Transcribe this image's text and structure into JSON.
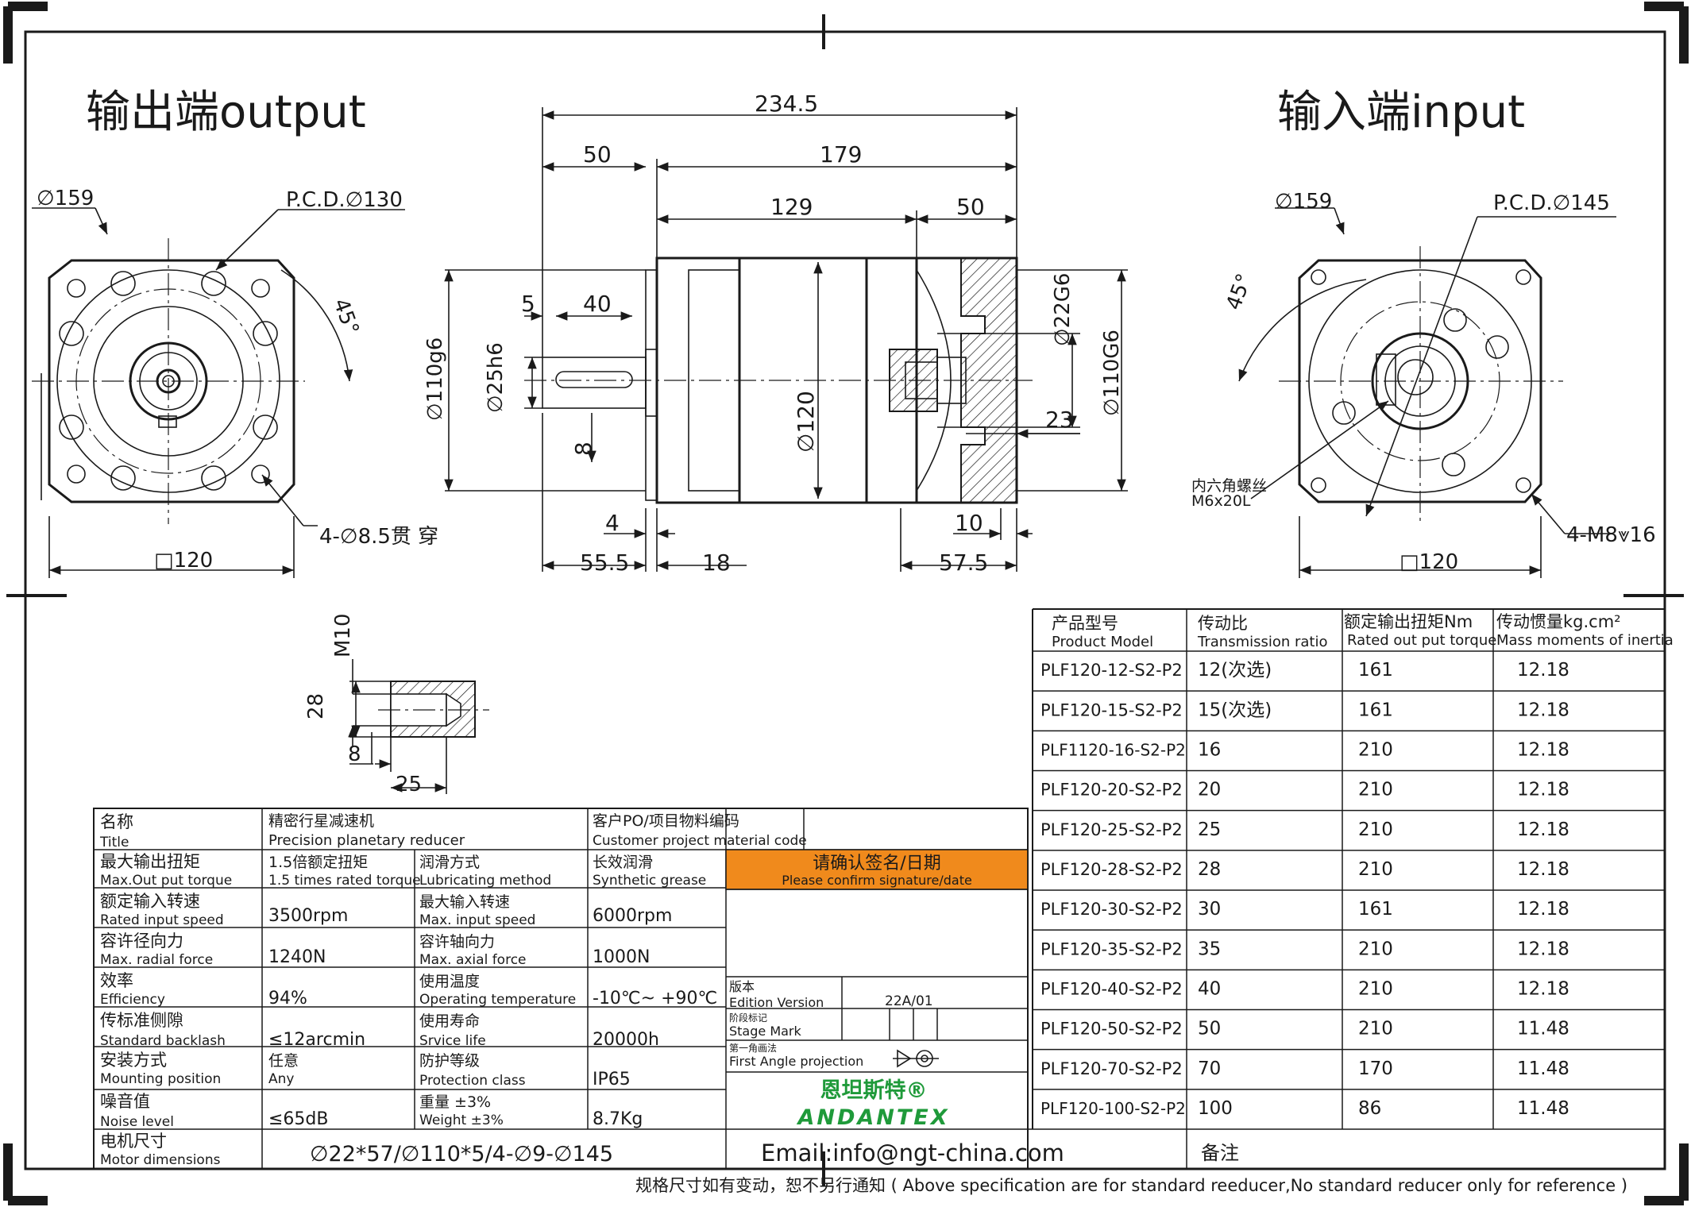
{
  "titles": {
    "output": "输出端output",
    "input": "输入端input"
  },
  "dims": {
    "total_length": "234.5",
    "d50_left": "50",
    "d179": "179",
    "d129": "129",
    "d50_right": "50",
    "d5": "5",
    "d40": "40",
    "d8_key": "8",
    "d4": "4",
    "d55_5": "55.5",
    "d18": "18",
    "d57_5": "57.5",
    "d10": "10",
    "d23": "23",
    "dia110g6_left": "∅110g6",
    "dia25h6": "∅25h6",
    "dia120": "∅120",
    "dia22G6": "∅22G6",
    "dia110G6_right": "∅110G6"
  },
  "output_face": {
    "dia159": "∅159",
    "pcd": "P.C.D.∅130",
    "angle": "45°",
    "holes": "4-∅8.5贯 穿",
    "square": "□120"
  },
  "input_face": {
    "dia159": "∅159",
    "pcd": "P.C.D.∅145",
    "angle": "45°",
    "screw_cn": "内六角螺丝",
    "screw": "M6x20L",
    "holes": "4-M8⩔16",
    "square": "□120"
  },
  "tap_detail": {
    "m10": "M10",
    "d28": "28",
    "d8": "8",
    "d25": "25"
  },
  "spec_table": {
    "rows": [
      {
        "c1_cn": "名称",
        "c1_en": "Title",
        "c2_cn": "精密行星减速机",
        "c2_en": "Precision planetary reducer",
        "c3_cn": "客户PO/项目物料编码",
        "c3_en": "Customer project material code",
        "c4": ""
      },
      {
        "c1_cn": "最大输出扭矩",
        "c1_en": "Max.Out put torque",
        "c2_cn": "1.5倍额定扭矩",
        "c2_en": "1.5 times rated torque",
        "c3_cn": "润滑方式",
        "c3_en": "Lubricating method",
        "c4_cn": "长效润滑",
        "c4_en": "Synthetic grease"
      },
      {
        "c1_cn": "额定输入转速",
        "c1_en": "Rated input speed",
        "c2": "3500rpm",
        "c3_cn": "最大输入转速",
        "c3_en": "Max. input speed",
        "c4": "6000rpm"
      },
      {
        "c1_cn": "容许径向力",
        "c1_en": "Max. radial force",
        "c2": "1240N",
        "c3_cn": "容许轴向力",
        "c3_en": "Max. axial force",
        "c4": "1000N"
      },
      {
        "c1_cn": "效率",
        "c1_en": "Efficiency",
        "c2": "94%",
        "c3_cn": "使用温度",
        "c3_en": "Operating temperature",
        "c4": "-10℃~ +90℃"
      },
      {
        "c1_cn": "传标准侧隙",
        "c1_en": "Standard backlash",
        "c2": "≤12arcmin",
        "c3_cn": "使用寿命",
        "c3_en": "Srvice life",
        "c4": "20000h"
      },
      {
        "c1_cn": "安装方式",
        "c1_en": "Mounting position",
        "c2_cn": "任意",
        "c2_en": "Any",
        "c3_cn": "防护等级",
        "c3_en": "Protection class",
        "c4": "IP65"
      },
      {
        "c1_cn": "噪音值",
        "c1_en": "Noise level",
        "c2": "≤65dB",
        "c3_cn": "重量 ±3%",
        "c3_en": "Weight ±3%",
        "c4": "8.7Kg"
      },
      {
        "c1_cn": "电机尺寸",
        "c1_en": "Motor dimensions",
        "c2": "∅22*57/∅110*5/4-∅9-∅145"
      }
    ]
  },
  "confirm": {
    "cn": "请确认签名/日期",
    "en": "Please confirm signature/date"
  },
  "edition": {
    "cn": "版本",
    "en": "Edition Version",
    "value": "22A/01"
  },
  "stage": {
    "cn": "阶段标记",
    "en": "Stage Mark"
  },
  "projection": {
    "cn": "第一角画法",
    "en": "First Angle projection"
  },
  "brand": {
    "cn": "恩坦斯特®",
    "en": "ANDANTEX",
    "color": "#1f9a3a"
  },
  "accent_color": "#f08a1c",
  "email": "Email:info@ngt-china.com",
  "remark": "备注",
  "footnote": "规格尺寸如有变动，恕不另行通知 ( Above specification are for standard reeducer,No standard reducer only for reference )",
  "model_table": {
    "headers": [
      {
        "cn": "产品型号",
        "en": "Product Model"
      },
      {
        "cn": "传动比",
        "en": "Transmission ratio"
      },
      {
        "cn": "额定输出扭矩Nm",
        "en": "Rated out put torque"
      },
      {
        "cn": "传动惯量kg.cm²",
        "en": "Mass moments of inertia"
      }
    ],
    "rows": [
      [
        "PLF120-12-S2-P2",
        "12(次选)",
        "161",
        "12.18"
      ],
      [
        "PLF120-15-S2-P2",
        "15(次选)",
        "161",
        "12.18"
      ],
      [
        "PLF1120-16-S2-P2",
        "16",
        "210",
        "12.18"
      ],
      [
        "PLF120-20-S2-P2",
        "20",
        "210",
        "12.18"
      ],
      [
        "PLF120-25-S2-P2",
        "25",
        "210",
        "12.18"
      ],
      [
        "PLF120-28-S2-P2",
        "28",
        "210",
        "12.18"
      ],
      [
        "PLF120-30-S2-P2",
        "30",
        "161",
        "12.18"
      ],
      [
        "PLF120-35-S2-P2",
        "35",
        "210",
        "12.18"
      ],
      [
        "PLF120-40-S2-P2",
        "40",
        "210",
        "12.18"
      ],
      [
        "PLF120-50-S2-P2",
        "50",
        "210",
        "11.48"
      ],
      [
        "PLF120-70-S2-P2",
        "70",
        "170",
        "11.48"
      ],
      [
        "PLF120-100-S2-P2",
        "100",
        "86",
        "11.48"
      ]
    ]
  }
}
